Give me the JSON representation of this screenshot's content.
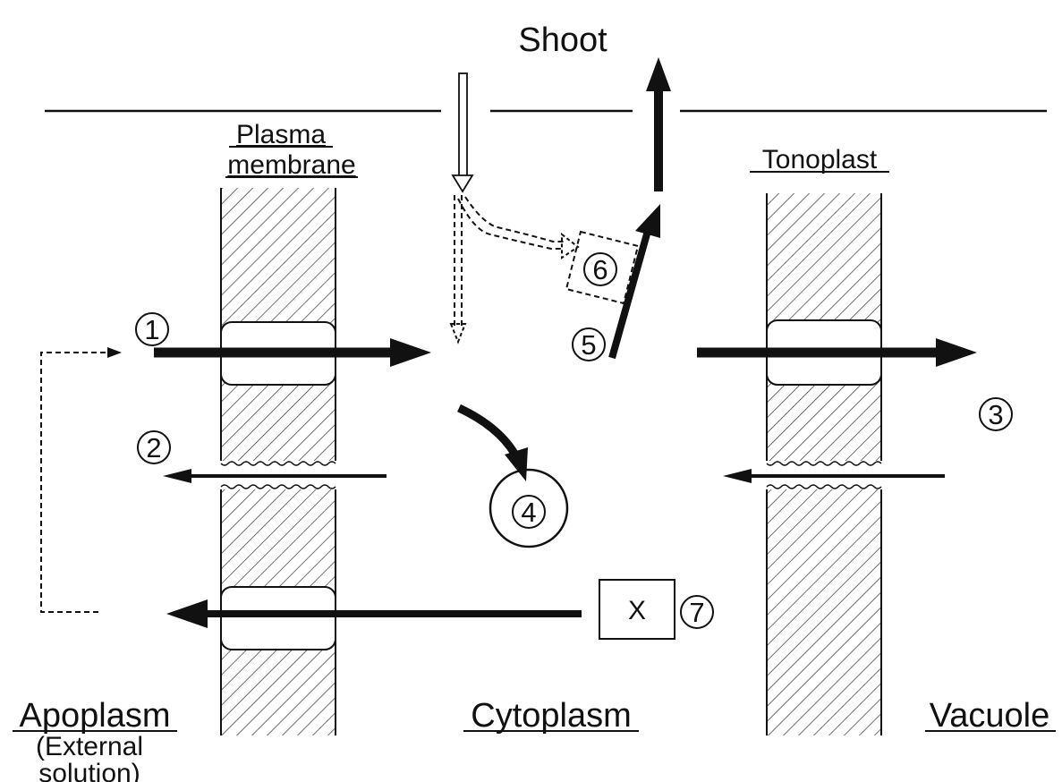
{
  "labels": {
    "shoot": "Shoot",
    "plasma_membrane_line1": "Plasma",
    "plasma_membrane_line2": "membrane",
    "tonoplast": "Tonoplast",
    "apoplasm": "Apoplasm",
    "apoplasm_sub1": "(External",
    "apoplasm_sub2": "solution)",
    "cytoplasm": "Cytoplasm",
    "vacuole": "Vacuole"
  },
  "markers": {
    "m1": "1",
    "m2": "2",
    "m3": "3",
    "m4": "4",
    "m5": "5",
    "m6": "6",
    "m7": "7"
  },
  "box_x": "X",
  "colors": {
    "ink": "#111111",
    "hatch": "#333333",
    "background": "#ffffff"
  }
}
